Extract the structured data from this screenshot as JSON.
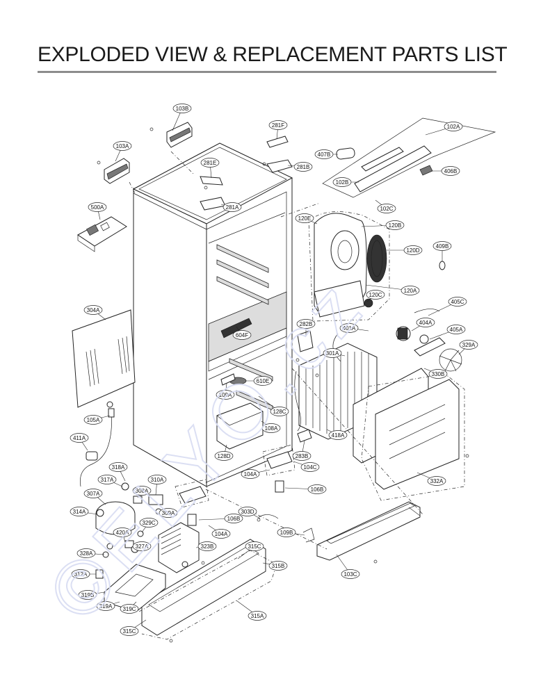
{
  "title": "EXPLODED VIEW & REPLACEMENT PARTS LIST",
  "watermark": "©ELYO.cz",
  "callouts": [
    {
      "id": "103B"
    },
    {
      "id": "281F"
    },
    {
      "id": "102A"
    },
    {
      "id": "103A"
    },
    {
      "id": "281E"
    },
    {
      "id": "281B"
    },
    {
      "id": "407B"
    },
    {
      "id": "406B"
    },
    {
      "id": "102B"
    },
    {
      "id": "500A"
    },
    {
      "id": "281A"
    },
    {
      "id": "102C"
    },
    {
      "id": "120E"
    },
    {
      "id": "120B"
    },
    {
      "id": "409B"
    },
    {
      "id": "120D"
    },
    {
      "id": "120A"
    },
    {
      "id": "120C"
    },
    {
      "id": "405C"
    },
    {
      "id": "304A"
    },
    {
      "id": "282B"
    },
    {
      "id": "401A"
    },
    {
      "id": "404A"
    },
    {
      "id": "405A"
    },
    {
      "id": "604F"
    },
    {
      "id": "301A"
    },
    {
      "id": "329A"
    },
    {
      "id": "330B"
    },
    {
      "id": "610E"
    },
    {
      "id": "109A"
    },
    {
      "id": "128C"
    },
    {
      "id": "105A"
    },
    {
      "id": "108A"
    },
    {
      "id": "418A"
    },
    {
      "id": "411A"
    },
    {
      "id": "128D"
    },
    {
      "id": "283B"
    },
    {
      "id": "104C"
    },
    {
      "id": "318A"
    },
    {
      "id": "104A"
    },
    {
      "id": "317A"
    },
    {
      "id": "310A"
    },
    {
      "id": "332A"
    },
    {
      "id": "106B"
    },
    {
      "id": "307A"
    },
    {
      "id": "308A"
    },
    {
      "id": "309A"
    },
    {
      "id": "314A"
    },
    {
      "id": "303D"
    },
    {
      "id": "329C"
    },
    {
      "id": "420A"
    },
    {
      "id": "109B"
    },
    {
      "id": "328A"
    },
    {
      "id": "327A"
    },
    {
      "id": "323B"
    },
    {
      "id": "315C"
    },
    {
      "id": "103C"
    },
    {
      "id": "315B"
    },
    {
      "id": "312A"
    },
    {
      "id": "319B"
    },
    {
      "id": "319A"
    },
    {
      "id": "319C"
    },
    {
      "id": "315A"
    }
  ]
}
